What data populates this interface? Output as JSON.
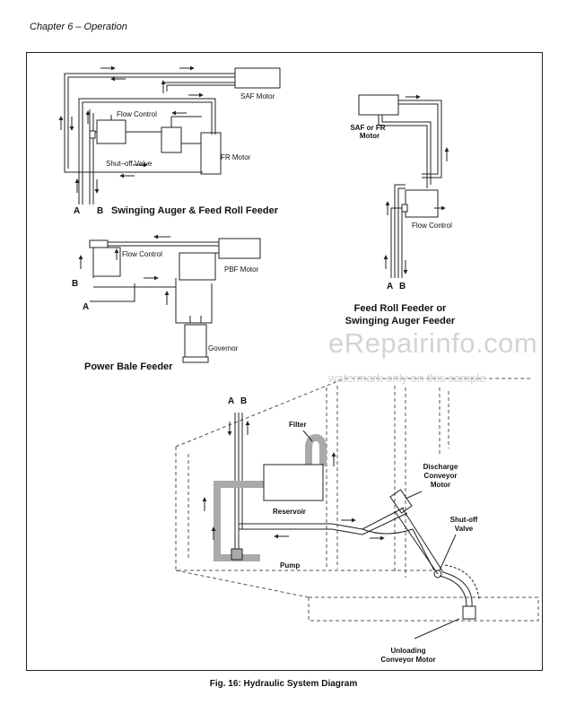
{
  "header": {
    "chapter": "Chapter 6 – Operation"
  },
  "caption": "Fig. 16: Hydraulic System Diagram",
  "watermark": {
    "main": "eRepairinfo.com",
    "sub": "watermark only on this sample"
  },
  "diagram1": {
    "title": "Swinging Auger & Feed Roll Feeder",
    "label_a": "A",
    "label_b": "B",
    "saf_motor": "SAF Motor",
    "flow_control": "Flow Control",
    "shutoff_valve": "Shut–off Valve",
    "fr_motor": "FR Motor"
  },
  "diagram2": {
    "title_line1": "Feed Roll Feeder or",
    "title_line2": "Swinging Auger Feeder",
    "motor_line1": "SAF or FR",
    "motor_line2": "Motor",
    "flow_control": "Flow Control",
    "label_a": "A",
    "label_b": "B"
  },
  "diagram3": {
    "title": "Power Bale Feeder",
    "flow_control": "Flow Control",
    "pbf_motor": "PBF Motor",
    "governor": "Governor",
    "label_a": "A",
    "label_b": "B"
  },
  "diagram4": {
    "label_a": "A",
    "label_b": "B",
    "filter": "Filter",
    "reservoir": "Reservoir",
    "pump": "Pump",
    "discharge_line1": "Discharge",
    "discharge_line2": "Conveyor",
    "discharge_line3": "Motor",
    "shutoff_line1": "Shut-off",
    "shutoff_line2": "Valve",
    "unloading_line1": "Unloading",
    "unloading_line2": "Conveyor Motor"
  }
}
